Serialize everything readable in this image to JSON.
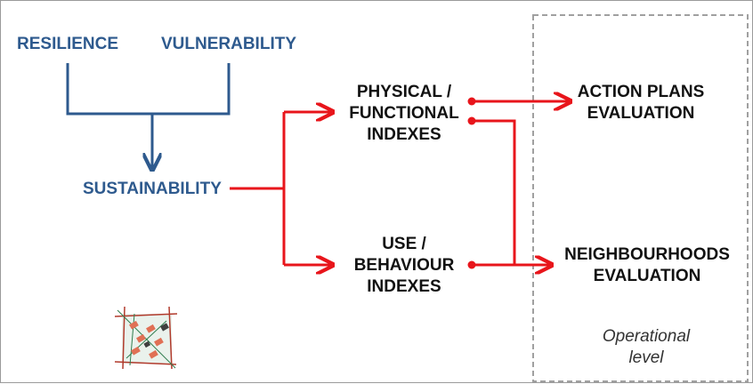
{
  "inputs": {
    "resilience": "RESILIENCE",
    "vulnerability": "VULNERABILITY"
  },
  "center": {
    "sustainability": "SUSTAINABILITY"
  },
  "indexes": {
    "physical": [
      "PHYSICAL /",
      "FUNCTIONAL",
      "INDEXES"
    ],
    "use": [
      "USE /",
      "BEHAVIOUR",
      "INDEXES"
    ]
  },
  "outputs": {
    "action_plans": [
      "ACTION PLANS",
      "EVALUATION"
    ],
    "neighbourhoods": [
      "NEIGHBOURHOODS",
      "EVALUATION"
    ]
  },
  "operational": [
    "Operational",
    "level"
  ],
  "colors": {
    "blue": "#2e5a8e",
    "red": "#e8151b",
    "dash": "#a0a0a0"
  },
  "icons": {
    "sketch": "neighbourhood-sketch-icon"
  }
}
